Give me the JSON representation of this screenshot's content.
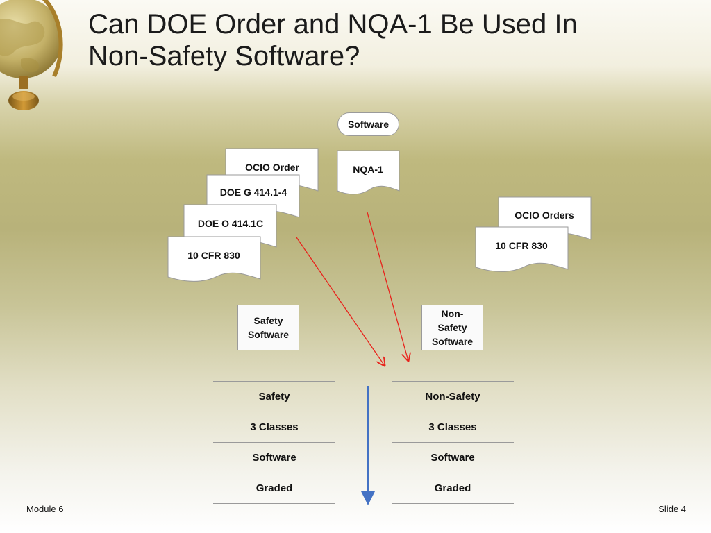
{
  "title": {
    "line1": "Can DOE Order and NQA-1 Be Used In",
    "line2": "Non-Safety Software?"
  },
  "diagram": {
    "top_node": "Software",
    "documents_left": [
      "OCIO Order",
      "DOE G 414.1-4",
      "DOE O 414.1C",
      "10 CFR 830"
    ],
    "document_center": "NQA-1",
    "documents_right": [
      "OCIO Orders",
      "10 CFR 830"
    ],
    "safety_box": [
      "Safety",
      "Software"
    ],
    "nonsafety_box": [
      "Non-",
      "Safety",
      "Software"
    ],
    "arrow_colors": {
      "red": "#e8231c",
      "blue": "#4472c4"
    }
  },
  "tables": {
    "safety": [
      "Safety",
      "3 Classes",
      "Software",
      "Graded"
    ],
    "nonsafety": [
      "Non-Safety",
      "3 Classes",
      "Software",
      "Graded"
    ]
  },
  "footer": {
    "left": "Module 6",
    "right": "Slide 4"
  },
  "icons": {
    "globe": "globe-icon"
  }
}
